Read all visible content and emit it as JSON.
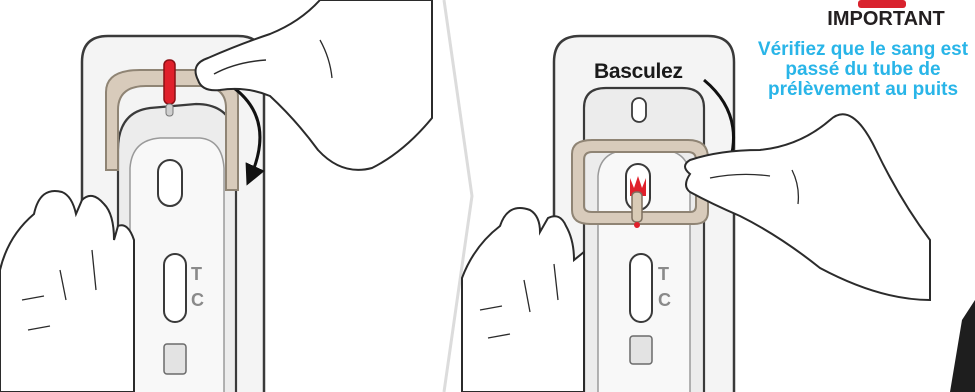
{
  "step_right": {
    "action_label": "Basculez"
  },
  "important_note": {
    "title": "IMPORTANT",
    "text": "Vérifiez que le sang est passé du tube de prélèvement au puits"
  },
  "cassette_left": {
    "test_letter": "T",
    "control_letter": "C"
  },
  "cassette_right": {
    "test_letter": "T",
    "control_letter": "C"
  },
  "colors": {
    "accent_text": "#29b5e8",
    "strap": "#d8cbbb",
    "strap_stroke": "#9e9282",
    "red_tube": "#e0202b",
    "outline": "#3a3a3a",
    "cassette_bg": "#f1f1f1",
    "badge": "#d9232e"
  },
  "icons": [
    "curved-arrow-icon",
    "hand-icon",
    "blood-tube-icon",
    "chevron-divider-icon"
  ]
}
